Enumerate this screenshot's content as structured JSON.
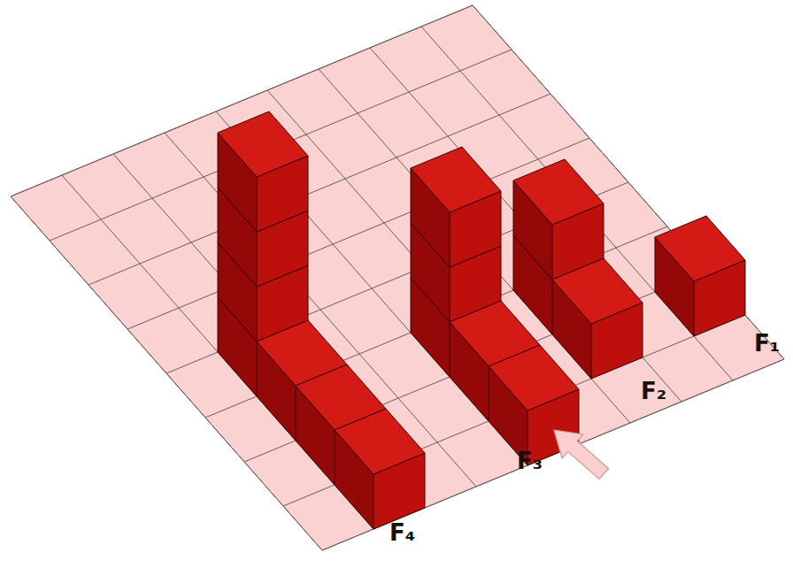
{
  "diagram": {
    "labels": [
      "F₁",
      "F₂",
      "F₃",
      "F₄"
    ]
  }
}
